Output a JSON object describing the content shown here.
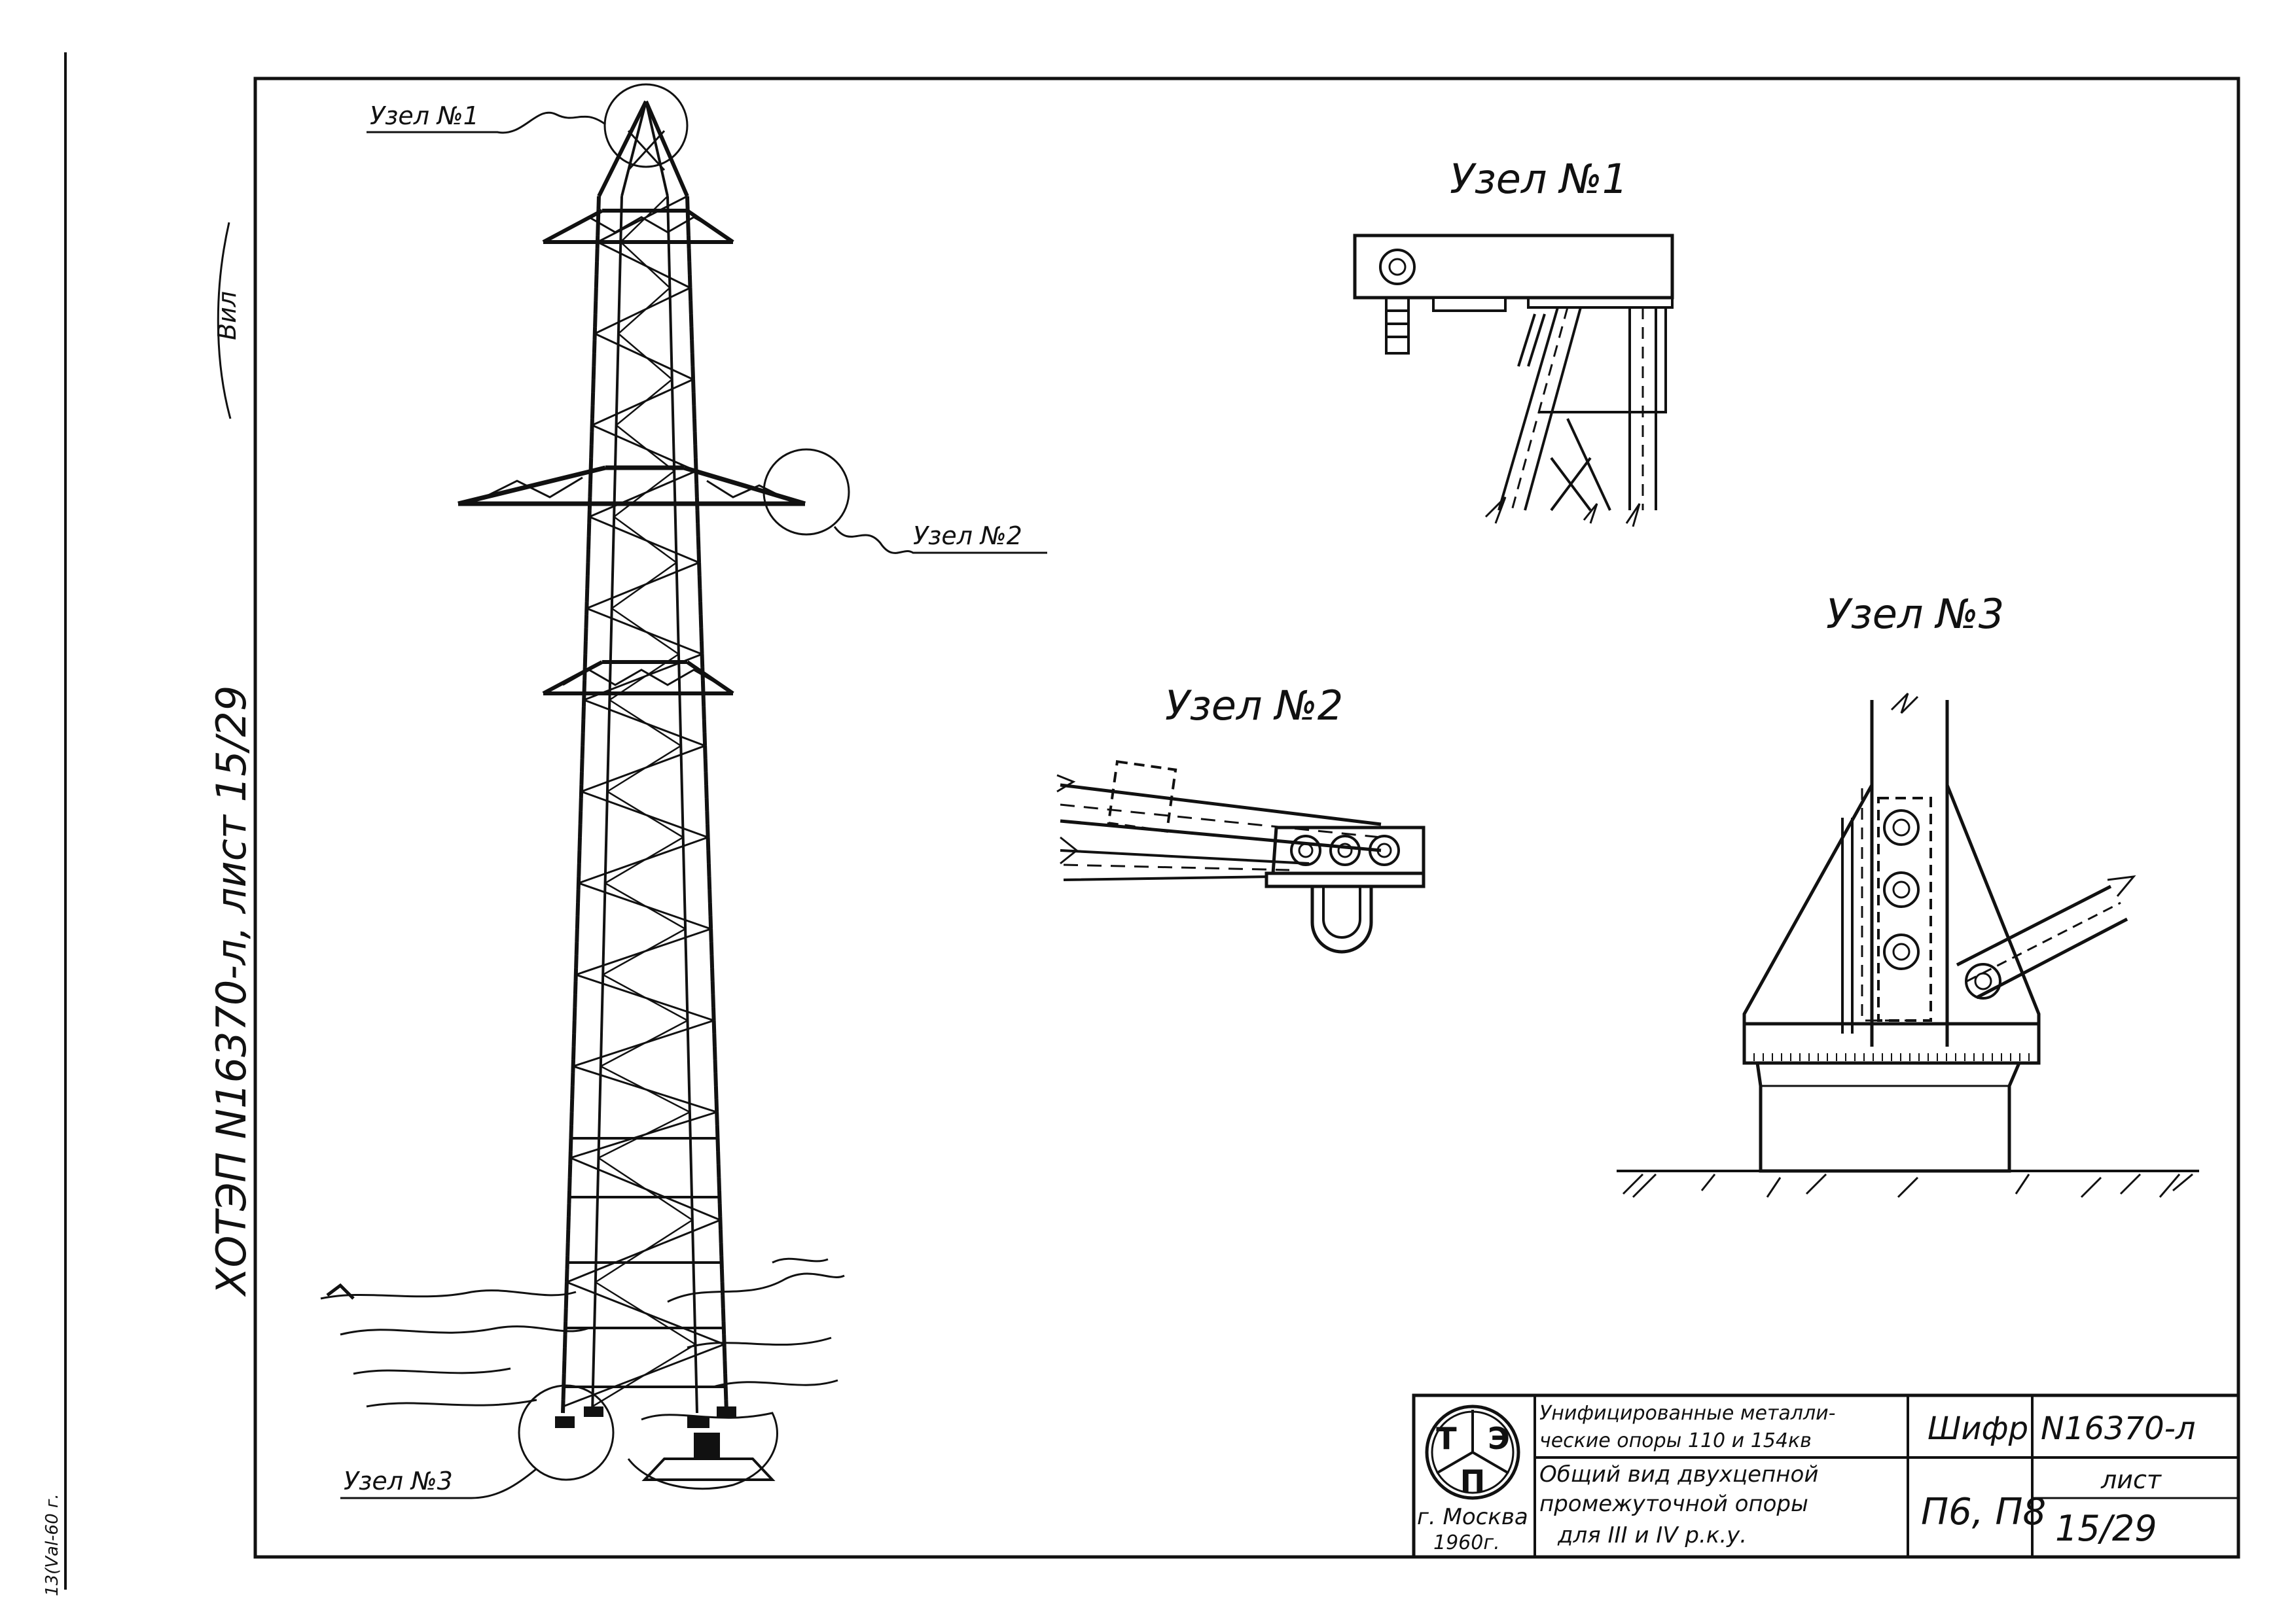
{
  "side_text": {
    "document_ref": "ХОТЭП N16370-л,   лист 15/29",
    "bottom_note": "13(Vаl-60 г.",
    "signature": "Вил"
  },
  "labels": {
    "node1": "Узел №1",
    "node2": "Узел №2",
    "node3": "Узел №3"
  },
  "detail_titles": {
    "node1": "Узел №1",
    "node2": "Узел №2",
    "node3": "Узел №3"
  },
  "title_block": {
    "logo": {
      "t": "Т",
      "e": "Э",
      "p": "П"
    },
    "city": "г. Москва",
    "year": "1960г.",
    "title_line1": "Унифицированные металли-",
    "title_line2": "ческие опоры 110 и 154кв",
    "subtitle_line1": "Общий вид двухцепной",
    "subtitle_line2": "промежуточной опоры",
    "subtitle_line3": "для III и IV р.к.у.",
    "code_label": "Шифр",
    "code_value": "П6, П8",
    "doc_number": "N16370-л",
    "sheet_label": "лист",
    "sheet_value": "15/29"
  }
}
